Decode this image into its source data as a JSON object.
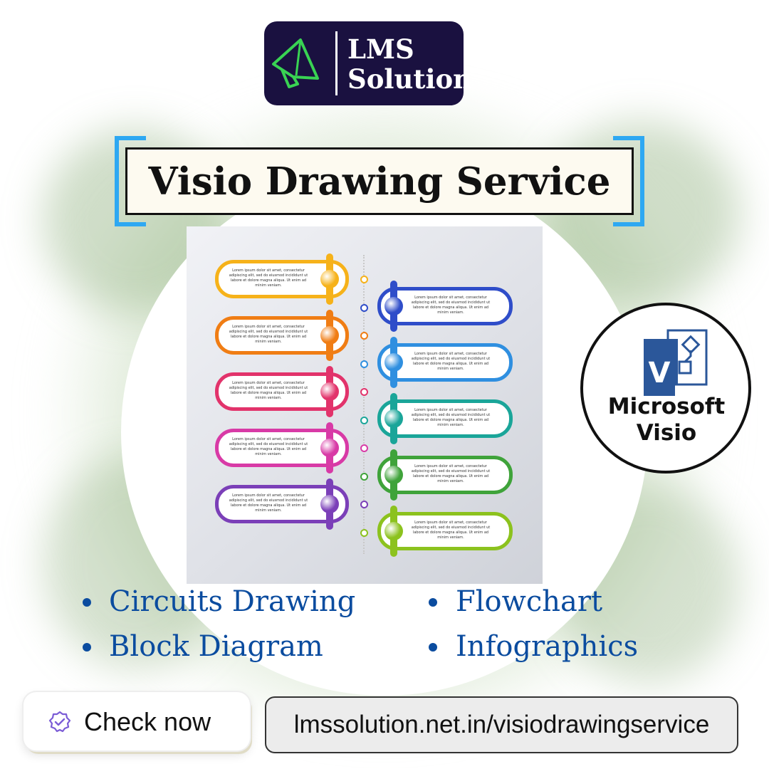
{
  "brand": {
    "line1": "LMS",
    "line2": "Solution"
  },
  "title": "Visio Drawing Service",
  "infographic": {
    "left_cards": [
      {
        "color": "#f6b21a",
        "text": "Lorem ipsum dolor sit amet, consectetur adipiscing elit, sed do eiusmod incididunt ut labore et dolore magna aliqua. Ut enim ad minim veniam."
      },
      {
        "color": "#f07d14",
        "text": "Lorem ipsum dolor sit amet, consectetur adipiscing elit, sed do eiusmod incididunt ut labore et dolore magna aliqua. Ut enim ad minim veniam."
      },
      {
        "color": "#e2336b",
        "text": "Lorem ipsum dolor sit amet, consectetur adipiscing elit, sed do eiusmod incididunt ut labore et dolore magna aliqua. Ut enim ad minim veniam."
      },
      {
        "color": "#d83aa6",
        "text": "Lorem ipsum dolor sit amet, consectetur adipiscing elit, sed do eiusmod incididunt ut labore et dolore magna aliqua. Ut enim ad minim veniam."
      },
      {
        "color": "#7b3fb8",
        "text": "Lorem ipsum dolor sit amet, consectetur adipiscing elit, sed do eiusmod incididunt ut labore et dolore magna aliqua. Ut enim ad minim veniam."
      }
    ],
    "right_cards": [
      {
        "color": "#2f4dc9",
        "text": "Lorem ipsum dolor sit amet, consectetur adipiscing elit, sed do eiusmod incididunt ut labore et dolore magna aliqua. Ut enim ad minim veniam."
      },
      {
        "color": "#2f8fe0",
        "text": "Lorem ipsum dolor sit amet, consectetur adipiscing elit, sed do eiusmod incididunt ut labore et dolore magna aliqua. Ut enim ad minim veniam."
      },
      {
        "color": "#1aa599",
        "text": "Lorem ipsum dolor sit amet, consectetur adipiscing elit, sed do eiusmod incididunt ut labore et dolore magna aliqua. Ut enim ad minim veniam."
      },
      {
        "color": "#3fa33a",
        "text": "Lorem ipsum dolor sit amet, consectetur adipiscing elit, sed do eiusmod incididunt ut labore et dolore magna aliqua. Ut enim ad minim veniam."
      },
      {
        "color": "#8cc21e",
        "text": "Lorem ipsum dolor sit amet, consectetur adipiscing elit, sed do eiusmod incididunt ut labore et dolore magna aliqua. Ut enim ad minim veniam."
      }
    ]
  },
  "badge": {
    "icon_letter": "V",
    "line1": "Microsoft",
    "line2": "Visio",
    "color": "#2b579a"
  },
  "services": {
    "col1": [
      "Circuits Drawing",
      "Block Diagram"
    ],
    "col2": [
      "Flowchart",
      "Infographics"
    ],
    "color": "#0b4c9f"
  },
  "cta": {
    "label": "Check now",
    "icon": "verified-badge-icon",
    "icon_color": "#7b5cd6"
  },
  "url": "lmssolution.net.in/visiodrawingservice",
  "colors": {
    "accent": "#2ea8f2",
    "brand_bg": "#1a1140",
    "logo_green": "#39d353"
  }
}
